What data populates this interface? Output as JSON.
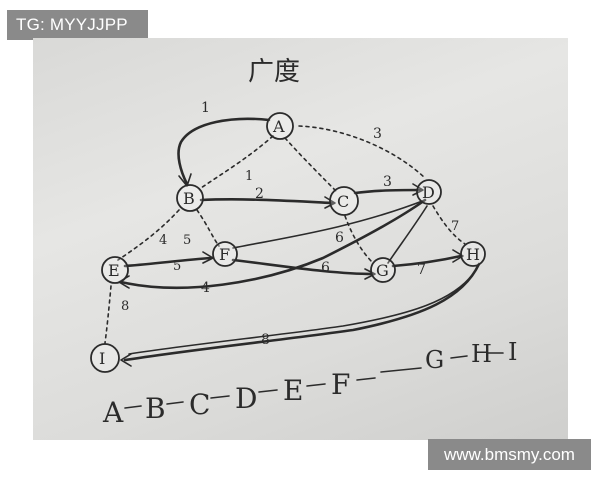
{
  "watermark_top": "TG: MYYJJPP",
  "watermark_bottom": "www.bmsmy.com",
  "sketch": {
    "title": "广度",
    "nodes": [
      "A",
      "B",
      "C",
      "D",
      "E",
      "F",
      "G",
      "H",
      "I"
    ],
    "edge_labels": [
      "1",
      "1",
      "2",
      "3",
      "3",
      "4",
      "5",
      "5",
      "6",
      "6",
      "7",
      "7",
      "8",
      "8",
      "4"
    ],
    "traversal_order": [
      "A",
      "B",
      "C",
      "D",
      "E",
      "F",
      "G",
      "H",
      "I"
    ]
  }
}
